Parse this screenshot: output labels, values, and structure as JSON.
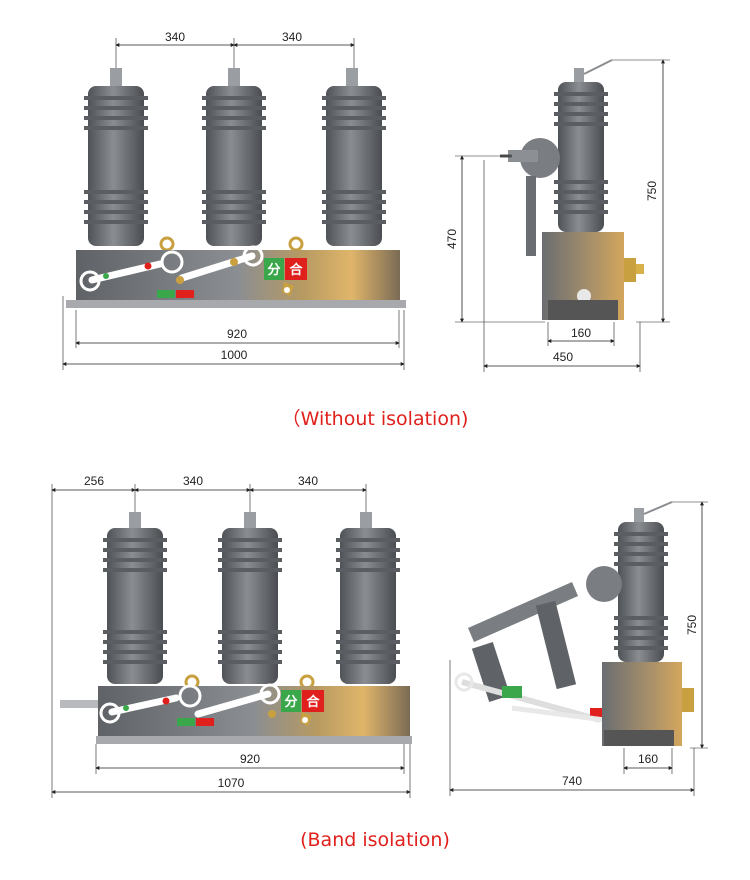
{
  "diagram1": {
    "caption": "（Without isolation)",
    "front": {
      "dim_pitch_1": "340",
      "dim_pitch_2": "340",
      "dim_inner": "920",
      "dim_overall": "1000"
    },
    "side": {
      "dim_height": "750",
      "dim_mech_height": "470",
      "dim_base": "160",
      "dim_depth": "450"
    },
    "label_open": "分",
    "label_close": "合"
  },
  "diagram2": {
    "caption": "(Band isolation)",
    "front": {
      "dim_offset": "256",
      "dim_pitch_1": "340",
      "dim_pitch_2": "340",
      "dim_inner": "920",
      "dim_overall": "1070"
    },
    "side": {
      "dim_height": "750",
      "dim_base": "160",
      "dim_depth": "740"
    },
    "label_open": "分",
    "label_close": "合"
  },
  "colors": {
    "insulator": "#6b6e72",
    "cabinet": "#7c7f83",
    "accent_red": "#e0201c",
    "accent_green": "#3aa84a",
    "brass": "#c9a040"
  }
}
